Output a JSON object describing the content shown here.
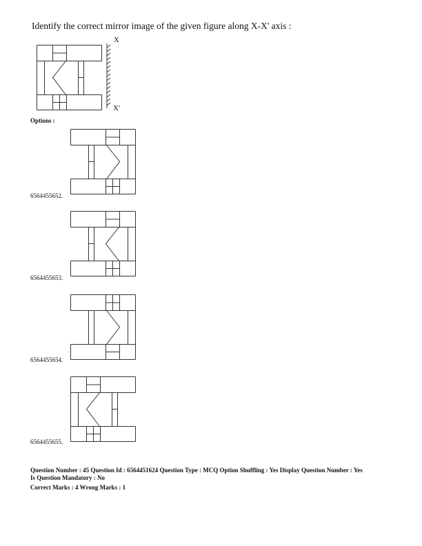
{
  "question": {
    "text": "Identify the correct mirror image of the given figure along  X-X' axis :",
    "axis_top_label": "X",
    "axis_bottom_label": "X'"
  },
  "options_heading": "Options :",
  "options": [
    {
      "id": "6564455652."
    },
    {
      "id": "6564455653."
    },
    {
      "id": "6564455654."
    },
    {
      "id": "6564455655."
    }
  ],
  "meta": {
    "line1": "Question Number : 45 Question Id : 6564451624 Question Type : MCQ Option Shuffling : Yes Display Question Number : Yes",
    "line2": "Is Question Mandatory : No",
    "line3": "Correct Marks : 4 Wrong Marks : 1"
  }
}
